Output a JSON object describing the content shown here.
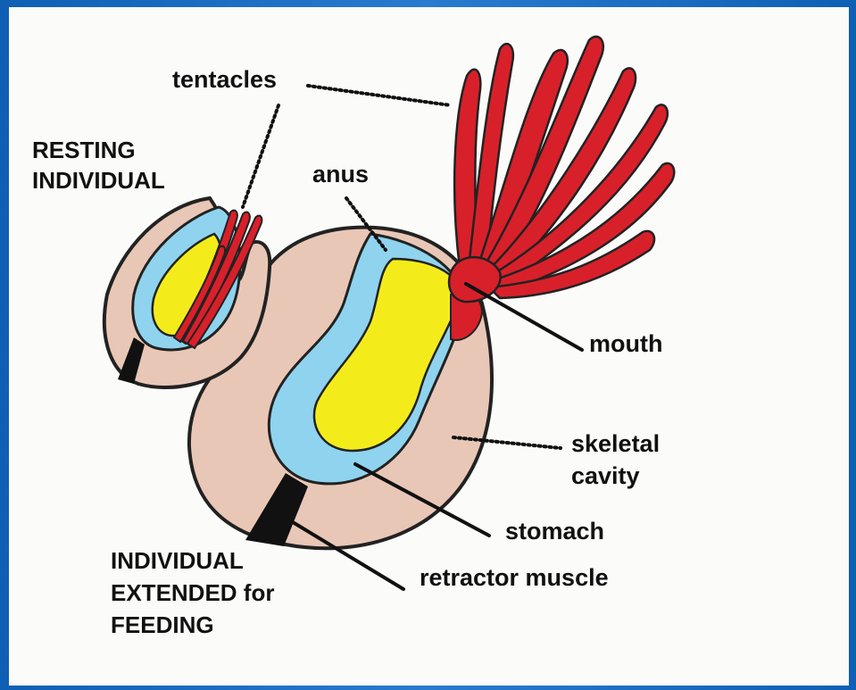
{
  "diagram": {
    "titles": {
      "resting": [
        "RESTING",
        "INDIVIDUAL"
      ],
      "extended": [
        "INDIVIDUAL",
        "EXTENDED for",
        "FEEDING"
      ]
    },
    "labels": {
      "tentacles": "tentacles",
      "anus": "anus",
      "mouth": "mouth",
      "skeletal_cavity": [
        "skeletal",
        "cavity"
      ],
      "stomach": "stomach",
      "retractor_muscle": "retractor muscle"
    },
    "colors": {
      "body": "#e9c7b6",
      "stomach_wall": "#8fd3ee",
      "gut": "#f4ec1a",
      "tentacle": "#d8202a",
      "muscle": "#111111",
      "outline": "#222222",
      "background_frame": "#1f6fc0"
    }
  }
}
